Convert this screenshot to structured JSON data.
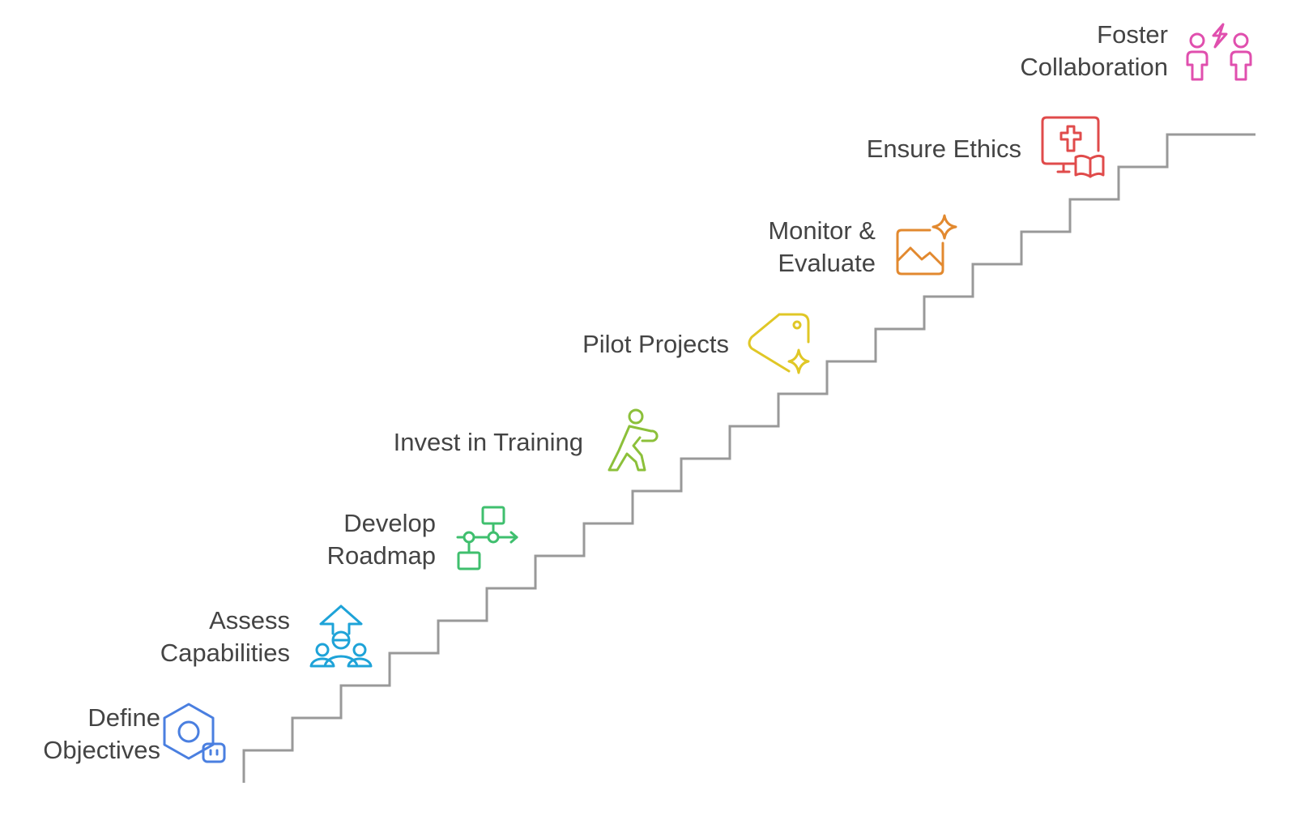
{
  "diagram": {
    "steps": [
      {
        "lines": [
          "Define",
          "Objectives"
        ],
        "icon": "gear-bot-icon",
        "color": "#4a7fe0"
      },
      {
        "lines": [
          "Assess",
          "Capabilities"
        ],
        "icon": "team-growth-icon",
        "color": "#1ea3d8"
      },
      {
        "lines": [
          "Develop",
          "Roadmap"
        ],
        "icon": "flowchart-icon",
        "color": "#3fbf6e"
      },
      {
        "lines": [
          "Invest in Training"
        ],
        "icon": "running-person-icon",
        "color": "#8cc03a"
      },
      {
        "lines": [
          "Pilot Projects"
        ],
        "icon": "tag-sparkle-icon",
        "color": "#e0c726"
      },
      {
        "lines": [
          "Monitor &",
          "Evaluate"
        ],
        "icon": "chart-sparkle-icon",
        "color": "#e2892f"
      },
      {
        "lines": [
          "Ensure Ethics"
        ],
        "icon": "ethics-book-icon",
        "color": "#e04b4b"
      },
      {
        "lines": [
          "Foster",
          "Collaboration"
        ],
        "icon": "collaboration-icon",
        "color": "#e04fae"
      }
    ],
    "stair_color": "#999999"
  }
}
